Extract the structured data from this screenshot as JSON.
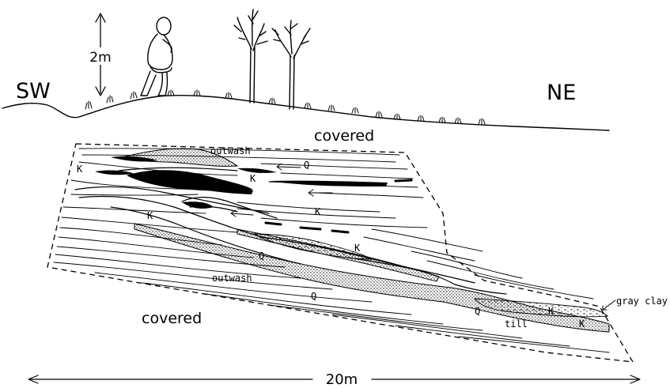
{
  "labels": {
    "sw": "SW",
    "ne": "NE",
    "height_scale": "2m",
    "width_scale": "20m",
    "covered_top": "covered",
    "covered_bottom": "covered",
    "outwash_top": "outwash",
    "outwash_bottom": "outwash",
    "q": "Q",
    "k": "K",
    "till": "till",
    "gray_clay": "gray clay"
  },
  "colors": {
    "ink": "#000000",
    "paper": "#ffffff"
  }
}
